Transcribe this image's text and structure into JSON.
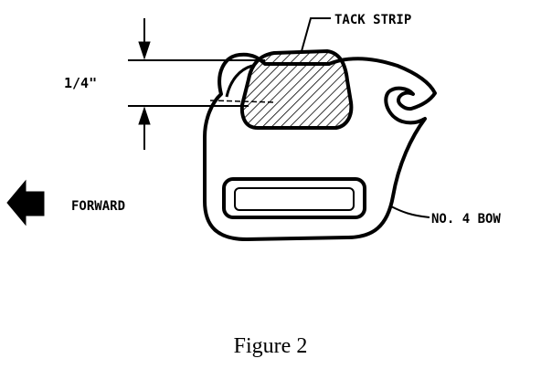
{
  "labels": {
    "tack_strip": "TACK STRIP",
    "dimension": "1/4\"",
    "forward": "FORWARD",
    "bow": "NO. 4 BOW"
  },
  "caption": "Figure 2"
}
